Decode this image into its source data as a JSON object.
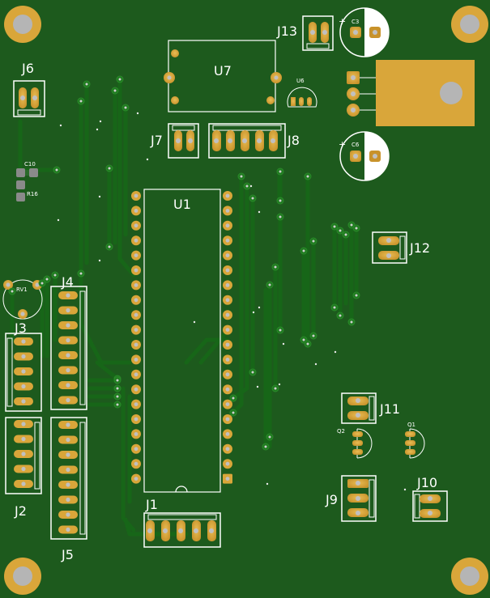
{
  "board": {
    "background": "#1d5a1d",
    "trace_color": "#176117",
    "silk_color": "#ffffff",
    "pad_color": "#d9a63a",
    "labels": {
      "j1": "J1",
      "j2": "J2",
      "j3": "J3",
      "j4": "J4",
      "j5": "J5",
      "j6": "J6",
      "j7": "J7",
      "j8": "J8",
      "j9": "J9",
      "j10": "J10",
      "j11": "J11",
      "j12": "J12",
      "j13": "J13",
      "u1": "U1",
      "u6": "U6",
      "u7": "U7",
      "c3": "C3",
      "c6": "C6",
      "c10": "C10",
      "r16": "R16",
      "rv1": "RV1",
      "q1": "Q1",
      "q2": "Q2",
      "plus_c3": "+",
      "plus_c6": "+"
    }
  }
}
